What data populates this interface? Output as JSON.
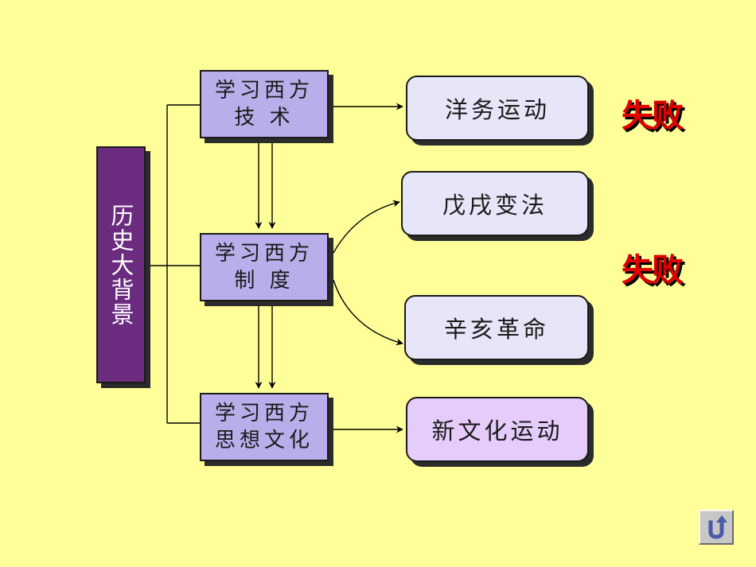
{
  "background": {
    "label": "历史大背景"
  },
  "stages": [
    {
      "line1": "学习西方",
      "line2": "技 术"
    },
    {
      "line1": "学习西方",
      "line2": "制 度"
    },
    {
      "line1": "学习西方",
      "line2": "思想文化"
    }
  ],
  "movements": [
    {
      "label": "洋务运动"
    },
    {
      "label": "戊戌变法"
    },
    {
      "label": "辛亥革命"
    },
    {
      "label": "新文化运动"
    }
  ],
  "results": [
    {
      "label": "失败"
    },
    {
      "label": "失败"
    }
  ],
  "navigation": {
    "return_icon": "return-arrow-icon"
  },
  "colors": {
    "background": "#ffff99",
    "root_box": "#6b2c80",
    "stage_box": "#b9aeea",
    "movement_box": "#e6e6f8",
    "new_culture_box": "#e5ccfa",
    "failure_text": "#e00000"
  }
}
